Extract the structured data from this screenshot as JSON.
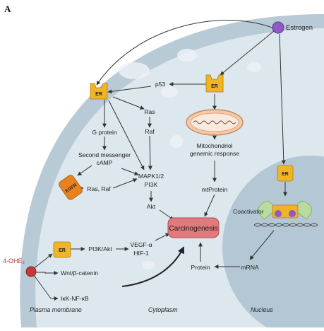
{
  "panel_label": "A",
  "ligands": {
    "estrogen": "Estrogen",
    "ohe2": "4-OHE₂"
  },
  "receptors": {
    "er": "ER",
    "egfr": "EGFR"
  },
  "nodes": {
    "p53": "p53",
    "ras": "Ras",
    "raf": "Raf",
    "g_protein": "G protein",
    "second_messenger": "Second messenger",
    "camp": "cAMP",
    "ras_raf": "Ras, Raf",
    "mapk": "MAPK1/2",
    "pi3k": "PI3K",
    "akt": "Akt",
    "mito_response_1": "Mitochondriol",
    "mito_response_2": "genemic response",
    "mtprotein": "mtProtein",
    "coactivator": "Coactivator",
    "carcinogenesis": "Carcinogenesis",
    "pi3k_akt": "PI3K/Akt",
    "vegf": "VEGF-α",
    "hif": "HIF-1",
    "wnt": "Wnt/β-catenin",
    "ikk": "IκK-NF-κB",
    "protein": "Protein",
    "mrna": "mRNA"
  },
  "regions": {
    "plasma_membrane": "Plasma membrane",
    "cytoplasm": "Cytoplasm",
    "nucleus": "Nucleus"
  },
  "colors": {
    "cell_outer": "#b7c9d6",
    "cytoplasm": "#dfe8ef",
    "nucleus": "#b3c6d4",
    "receptor": "#f0b429",
    "estrogen": "#8e5ac8",
    "ohe2": "#c0393b",
    "ohe2_text": "#c0393b",
    "egfr": "#e8821e",
    "carcinogenesis": "#e07a7c",
    "coactivator": "#b8dca0"
  }
}
